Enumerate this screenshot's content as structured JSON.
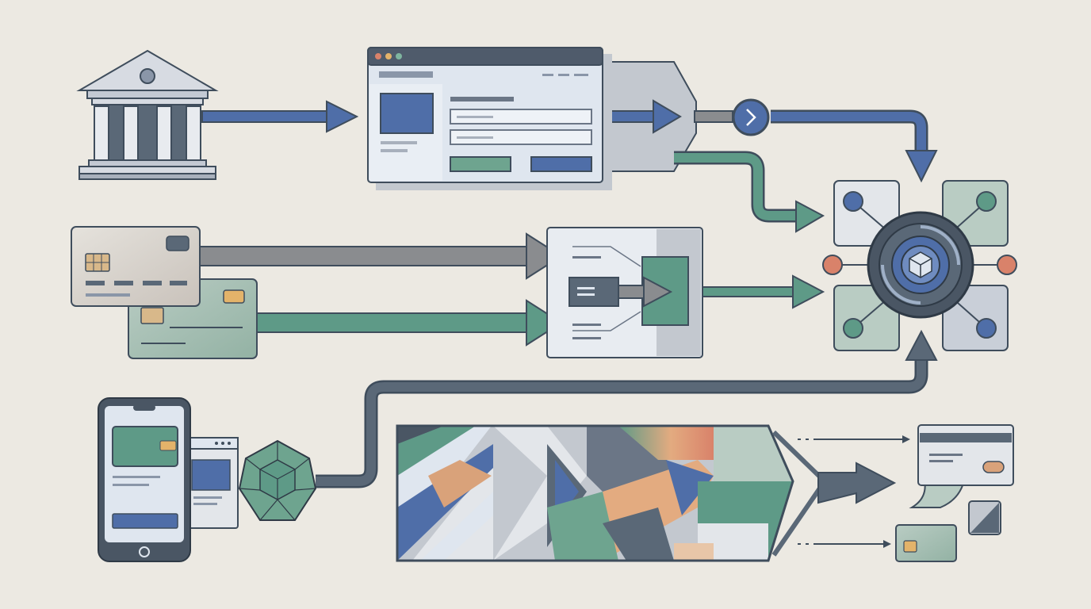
{
  "diagram": {
    "nodes": [
      {
        "name": "bank",
        "icon": "bank-building-icon"
      },
      {
        "name": "web-checkout",
        "icon": "browser-window-icon"
      },
      {
        "name": "forward-button",
        "icon": "chevron-right-icon"
      },
      {
        "name": "card-gray",
        "icon": "credit-card-icon"
      },
      {
        "name": "card-green",
        "icon": "credit-card-icon"
      },
      {
        "name": "processor",
        "icon": "transfer-box-icon"
      },
      {
        "name": "hub",
        "icon": "network-hub-icon"
      },
      {
        "name": "mobile-phone",
        "icon": "smartphone-icon"
      },
      {
        "name": "mobile-web",
        "icon": "browser-window-icon"
      },
      {
        "name": "crypto",
        "icon": "polyhedron-icon"
      },
      {
        "name": "data-stream",
        "icon": "abstract-stream-icon"
      },
      {
        "name": "card-output",
        "icon": "card-terminal-icon"
      },
      {
        "name": "card-small",
        "icon": "credit-card-icon"
      }
    ],
    "flows": [
      {
        "from": "bank",
        "to": "web-checkout"
      },
      {
        "from": "web-checkout",
        "to": "forward-button"
      },
      {
        "from": "forward-button",
        "to": "hub"
      },
      {
        "from": "web-checkout",
        "to": "hub"
      },
      {
        "from": "card-gray",
        "to": "processor"
      },
      {
        "from": "card-green",
        "to": "processor"
      },
      {
        "from": "processor",
        "to": "hub"
      },
      {
        "from": "crypto",
        "to": "hub"
      },
      {
        "from": "data-stream",
        "to": "card-output"
      }
    ],
    "colors": {
      "background": "#ece9e2",
      "blue": "#4f6ea8",
      "green": "#5e9a87",
      "gray": "#8a8c8f",
      "slate": "#5a6877",
      "orange": "#d9826a",
      "outline": "#3f4d5c"
    }
  }
}
